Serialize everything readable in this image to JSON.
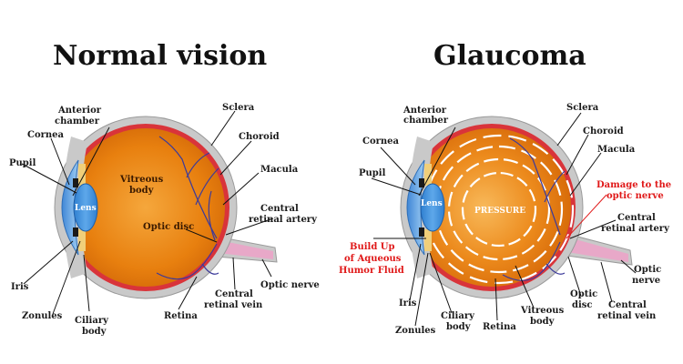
{
  "titles": {
    "normal": "Normal vision",
    "glaucoma": "Glaucoma"
  },
  "normal": {
    "anterior_chamber": [
      "Anterior",
      "chamber"
    ],
    "sclera": "Sclera",
    "cornea": "Cornea",
    "choroid": "Choroid",
    "pupil": "Pupil",
    "macula": "Macula",
    "lens": "Lens",
    "vitreous_body": [
      "Vitreous",
      "body"
    ],
    "central_retinal_artery": [
      "Central",
      "retinal artery"
    ],
    "optic_disc": "Optic disc",
    "iris": "Iris",
    "optic_nerve": "Optic nerve",
    "central_retinal_vein": [
      "Central",
      "retinal vein"
    ],
    "zonules": "Zonules",
    "ciliary_body": [
      "Ciliary",
      "body"
    ],
    "retina": "Retina"
  },
  "glaucoma": {
    "anterior_chamber": [
      "Anterior",
      "chamber"
    ],
    "sclera": "Sclera",
    "cornea": "Cornea",
    "choroid": "Choroid",
    "macula": "Macula",
    "pupil": "Pupil",
    "damage": [
      "Damage to the",
      "optic nerve"
    ],
    "lens": "Lens",
    "pressure": "PRESSURE",
    "central_retinal_artery": [
      "Central",
      "retinal artery"
    ],
    "build_up": [
      "Build Up",
      "of Aqueous",
      "Humor Fluid"
    ],
    "optic_nerve": [
      "Optic",
      "nerve"
    ],
    "optic_disc": [
      "Optic",
      "disc"
    ],
    "iris": "Iris",
    "central_retinal_vein": [
      "Central",
      "retinal vein"
    ],
    "ciliary_body": [
      "Ciliary",
      "body"
    ],
    "vitreous_body": [
      "Vitreous",
      "body"
    ],
    "zonules": "Zonules",
    "retina": "Retina"
  },
  "colors": {
    "sclera": "#c9c9c9",
    "vitreous": "#e0780e",
    "vitreous_center": "#f7b24a",
    "retina_red": "#d9343a",
    "cornea_blue": "#5aa2e6",
    "lens_blue": "#3f8fd8",
    "iris_yellow": "#f0cf7a",
    "vessel": "#3c3a9a",
    "nerve": "#e8a8c8",
    "alert_red": "#e01818"
  }
}
